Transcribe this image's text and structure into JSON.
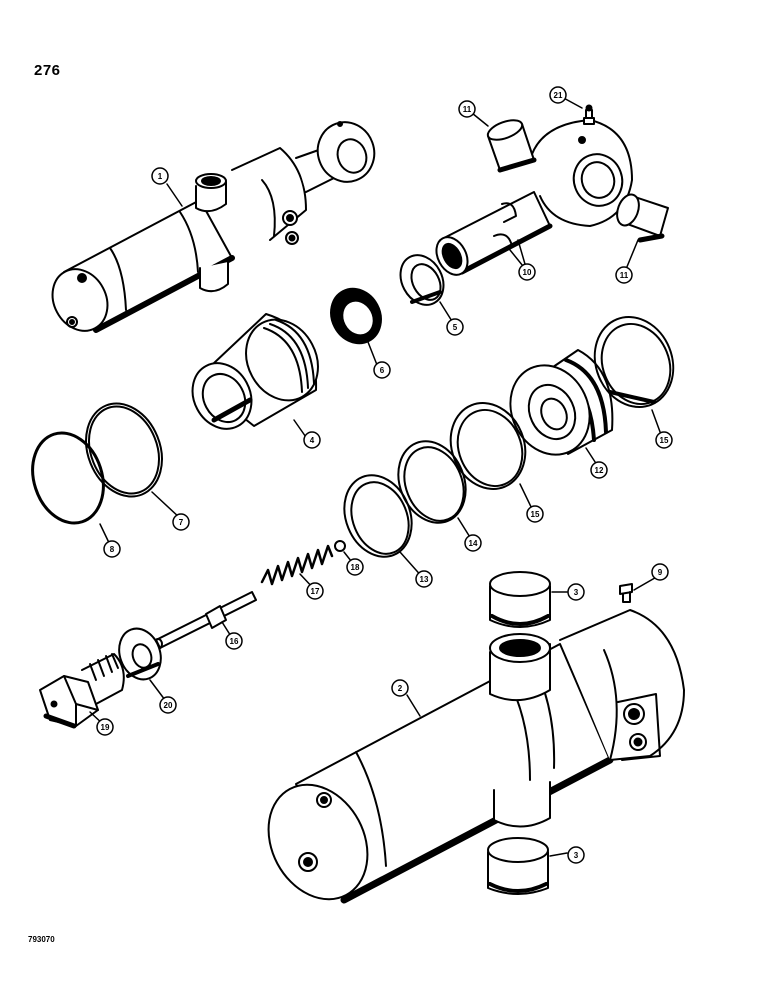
{
  "page": {
    "number": "276",
    "figure_code": "793070"
  },
  "callouts": [
    {
      "label": "1"
    },
    {
      "label": "2"
    },
    {
      "label": "3"
    },
    {
      "label": "3"
    },
    {
      "label": "4"
    },
    {
      "label": "5"
    },
    {
      "label": "6"
    },
    {
      "label": "7"
    },
    {
      "label": "8"
    },
    {
      "label": "9"
    },
    {
      "label": "10"
    },
    {
      "label": "11"
    },
    {
      "label": "11"
    },
    {
      "label": "12"
    },
    {
      "label": "13"
    },
    {
      "label": "14"
    },
    {
      "label": "15"
    },
    {
      "label": "15"
    },
    {
      "label": "16"
    },
    {
      "label": "17"
    },
    {
      "label": "18"
    },
    {
      "label": "19"
    },
    {
      "label": "20"
    },
    {
      "label": "21"
    }
  ],
  "colors": {
    "ink": "#000000",
    "paper": "#ffffff"
  }
}
